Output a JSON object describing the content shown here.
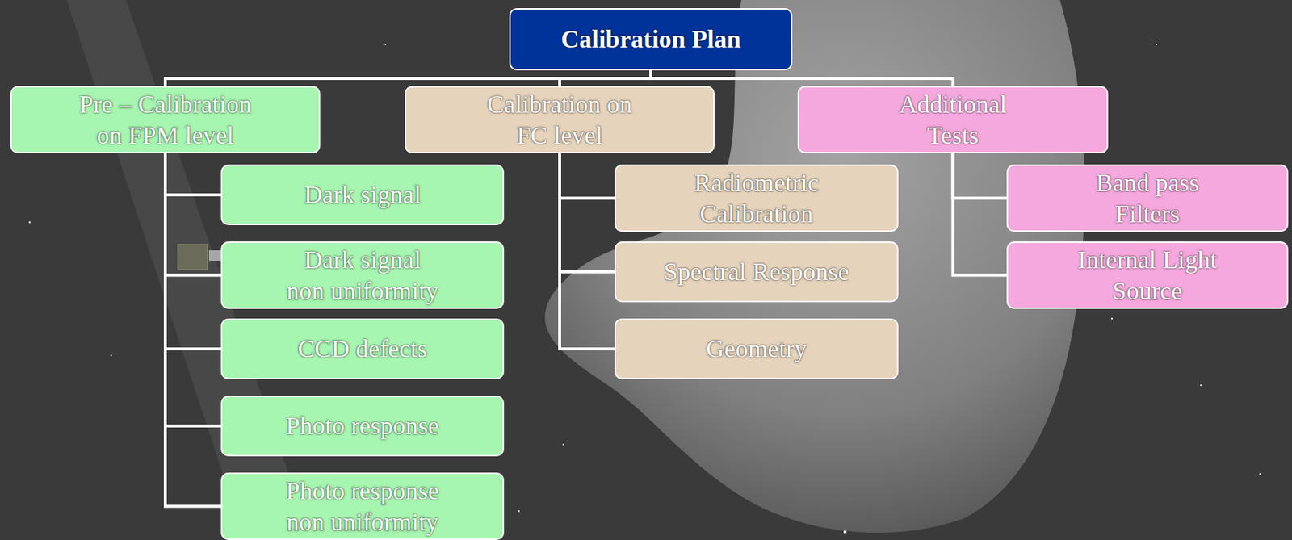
{
  "diagram": {
    "nodes": [
      {
        "text": [
          "Calibration Plan"
        ]
      },
      {
        "text": [
          "Pre – Calibration on FPM level"
        ]
      },
      {
        "text": [
          "Dark signal"
        ]
      },
      {
        "text": [
          "Dark signal non uniformity"
        ]
      },
      {
        "text": [
          "CCD defects"
        ]
      },
      {
        "text": [
          "Photo response"
        ]
      },
      {
        "text": [
          "Photo response non uniformity"
        ]
      },
      {
        "text": [
          "Calibration on FC level"
        ]
      },
      {
        "text": [
          "Radiometric Calibration"
        ]
      },
      {
        "text": [
          "Spectral Response"
        ]
      },
      {
        "text": [
          "Geometry"
        ]
      },
      {
        "text": [
          "Additional Tests"
        ]
      },
      {
        "text": [
          "Band pass Filters"
        ]
      },
      {
        "text": [
          "Internal Light Source"
        ]
      }
    ],
    "edges": [
      {
        "from": 0,
        "to": 1,
        "arrow": "none"
      },
      {
        "from": 0,
        "to": 7,
        "arrow": "none"
      },
      {
        "from": 0,
        "to": 11,
        "arrow": "none"
      },
      {
        "from": 1,
        "to": 2,
        "arrow": "none"
      },
      {
        "from": 1,
        "to": 3,
        "arrow": "none"
      },
      {
        "from": 1,
        "to": 4,
        "arrow": "none"
      },
      {
        "from": 1,
        "to": 5,
        "arrow": "none"
      },
      {
        "from": 1,
        "to": 6,
        "arrow": "none"
      },
      {
        "from": 7,
        "to": 8,
        "arrow": "none"
      },
      {
        "from": 7,
        "to": 9,
        "arrow": "none"
      },
      {
        "from": 7,
        "to": 10,
        "arrow": "none"
      },
      {
        "from": 11,
        "to": 12,
        "arrow": "none"
      },
      {
        "from": 11,
        "to": 13,
        "arrow": "none"
      }
    ]
  }
}
